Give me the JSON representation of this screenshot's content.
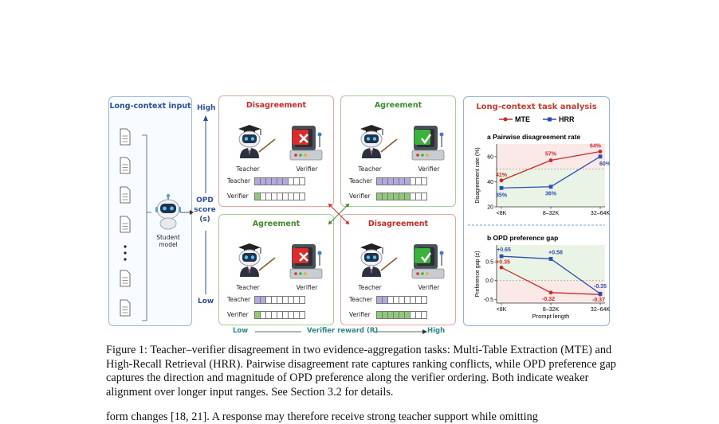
{
  "figure": {
    "input_panel": {
      "title": "Long-context input",
      "student_label_1": "Student",
      "student_label_2": "model"
    },
    "opd_axis": {
      "high": "High",
      "label_1": "OPD",
      "label_2": "score",
      "label_3": "(s)",
      "low": "Low"
    },
    "verifier_axis": {
      "low": "Low",
      "label": "Verifier reward (R)",
      "high": "High"
    },
    "quadrants": [
      {
        "title": "Disagreement",
        "teacher": "Teacher",
        "verifier": "Verifier",
        "row_teacher": "Teacher",
        "row_verifier": "Verifier",
        "verdict": "cross",
        "teacher_level": 0.7,
        "verifier_level": 0.1
      },
      {
        "title": "Agreement",
        "teacher": "Teacher",
        "verifier": "Verifier",
        "row_teacher": "Teacher",
        "row_verifier": "Verifier",
        "verdict": "check",
        "teacher_level": 0.7,
        "verifier_level": 0.7
      },
      {
        "title": "Agreement",
        "teacher": "Teacher",
        "verifier": "Verifier",
        "row_teacher": "Teacher",
        "row_verifier": "Verifier",
        "verdict": "cross",
        "teacher_level": 0.2,
        "verifier_level": 0.1
      },
      {
        "title": "Disagreement",
        "teacher": "Teacher",
        "verifier": "Verifier",
        "row_teacher": "Teacher",
        "row_verifier": "Verifier",
        "verdict": "check",
        "teacher_level": 0.2,
        "verifier_level": 0.7
      }
    ],
    "analysis": {
      "title": "Long-context task analysis",
      "legend": [
        "MTE",
        "HRR"
      ]
    }
  },
  "chart_data": [
    {
      "type": "line",
      "title": "a  Pairwise disagreement rate",
      "ylabel": "Disagreement rate (%)",
      "xlabel": "",
      "categories": [
        "<8K",
        "8–32K",
        "32–64K"
      ],
      "ylim": [
        20,
        70
      ],
      "yticks": [
        20,
        40,
        60
      ],
      "reference_line": 50,
      "series": [
        {
          "name": "MTE",
          "values": [
            41,
            57,
            64
          ],
          "labels": [
            "41%",
            "57%",
            "64%"
          ],
          "color": "#cc2a2a"
        },
        {
          "name": "HRR",
          "values": [
            35,
            36,
            60
          ],
          "labels": [
            "35%",
            "36%",
            "60%"
          ],
          "color": "#2a4fb0"
        }
      ]
    },
    {
      "type": "line",
      "title": "b  OPD preference gap",
      "ylabel": "Preference gap (z)",
      "xlabel": "Prompt length",
      "categories": [
        "<8K",
        "8–32K",
        "32–64K"
      ],
      "ylim": [
        -0.6,
        0.95
      ],
      "yticks": [
        -0.5,
        0.0,
        0.5
      ],
      "ytick_labels": [
        "-0.5",
        "0.0",
        "0.5"
      ],
      "reference_line": 0,
      "series": [
        {
          "name": "MTE",
          "values": [
            0.35,
            -0.32,
            -0.37
          ],
          "labels": [
            "+0.35",
            "-0.32",
            "-0.37"
          ],
          "color": "#cc2a2a"
        },
        {
          "name": "HRR",
          "values": [
            0.65,
            0.58,
            -0.35
          ],
          "labels": [
            "+0.65",
            "+0.58",
            "-0.35"
          ],
          "color": "#2a4fb0"
        }
      ]
    }
  ],
  "caption": "Figure 1: Teacher–verifier disagreement in two evidence-aggregation tasks: Multi-Table Extraction (MTE) and High-Recall Retrieval (HRR). Pairwise disagreement rate captures ranking conflicts, while OPD preference gap captures the direction and magnitude of OPD preference along the verifier ordering. Both indicate weaker alignment over longer input ranges. See Section 3.2 for details.",
  "body_text": "form changes [18, 21]. A response may therefore receive strong teacher support while omitting"
}
